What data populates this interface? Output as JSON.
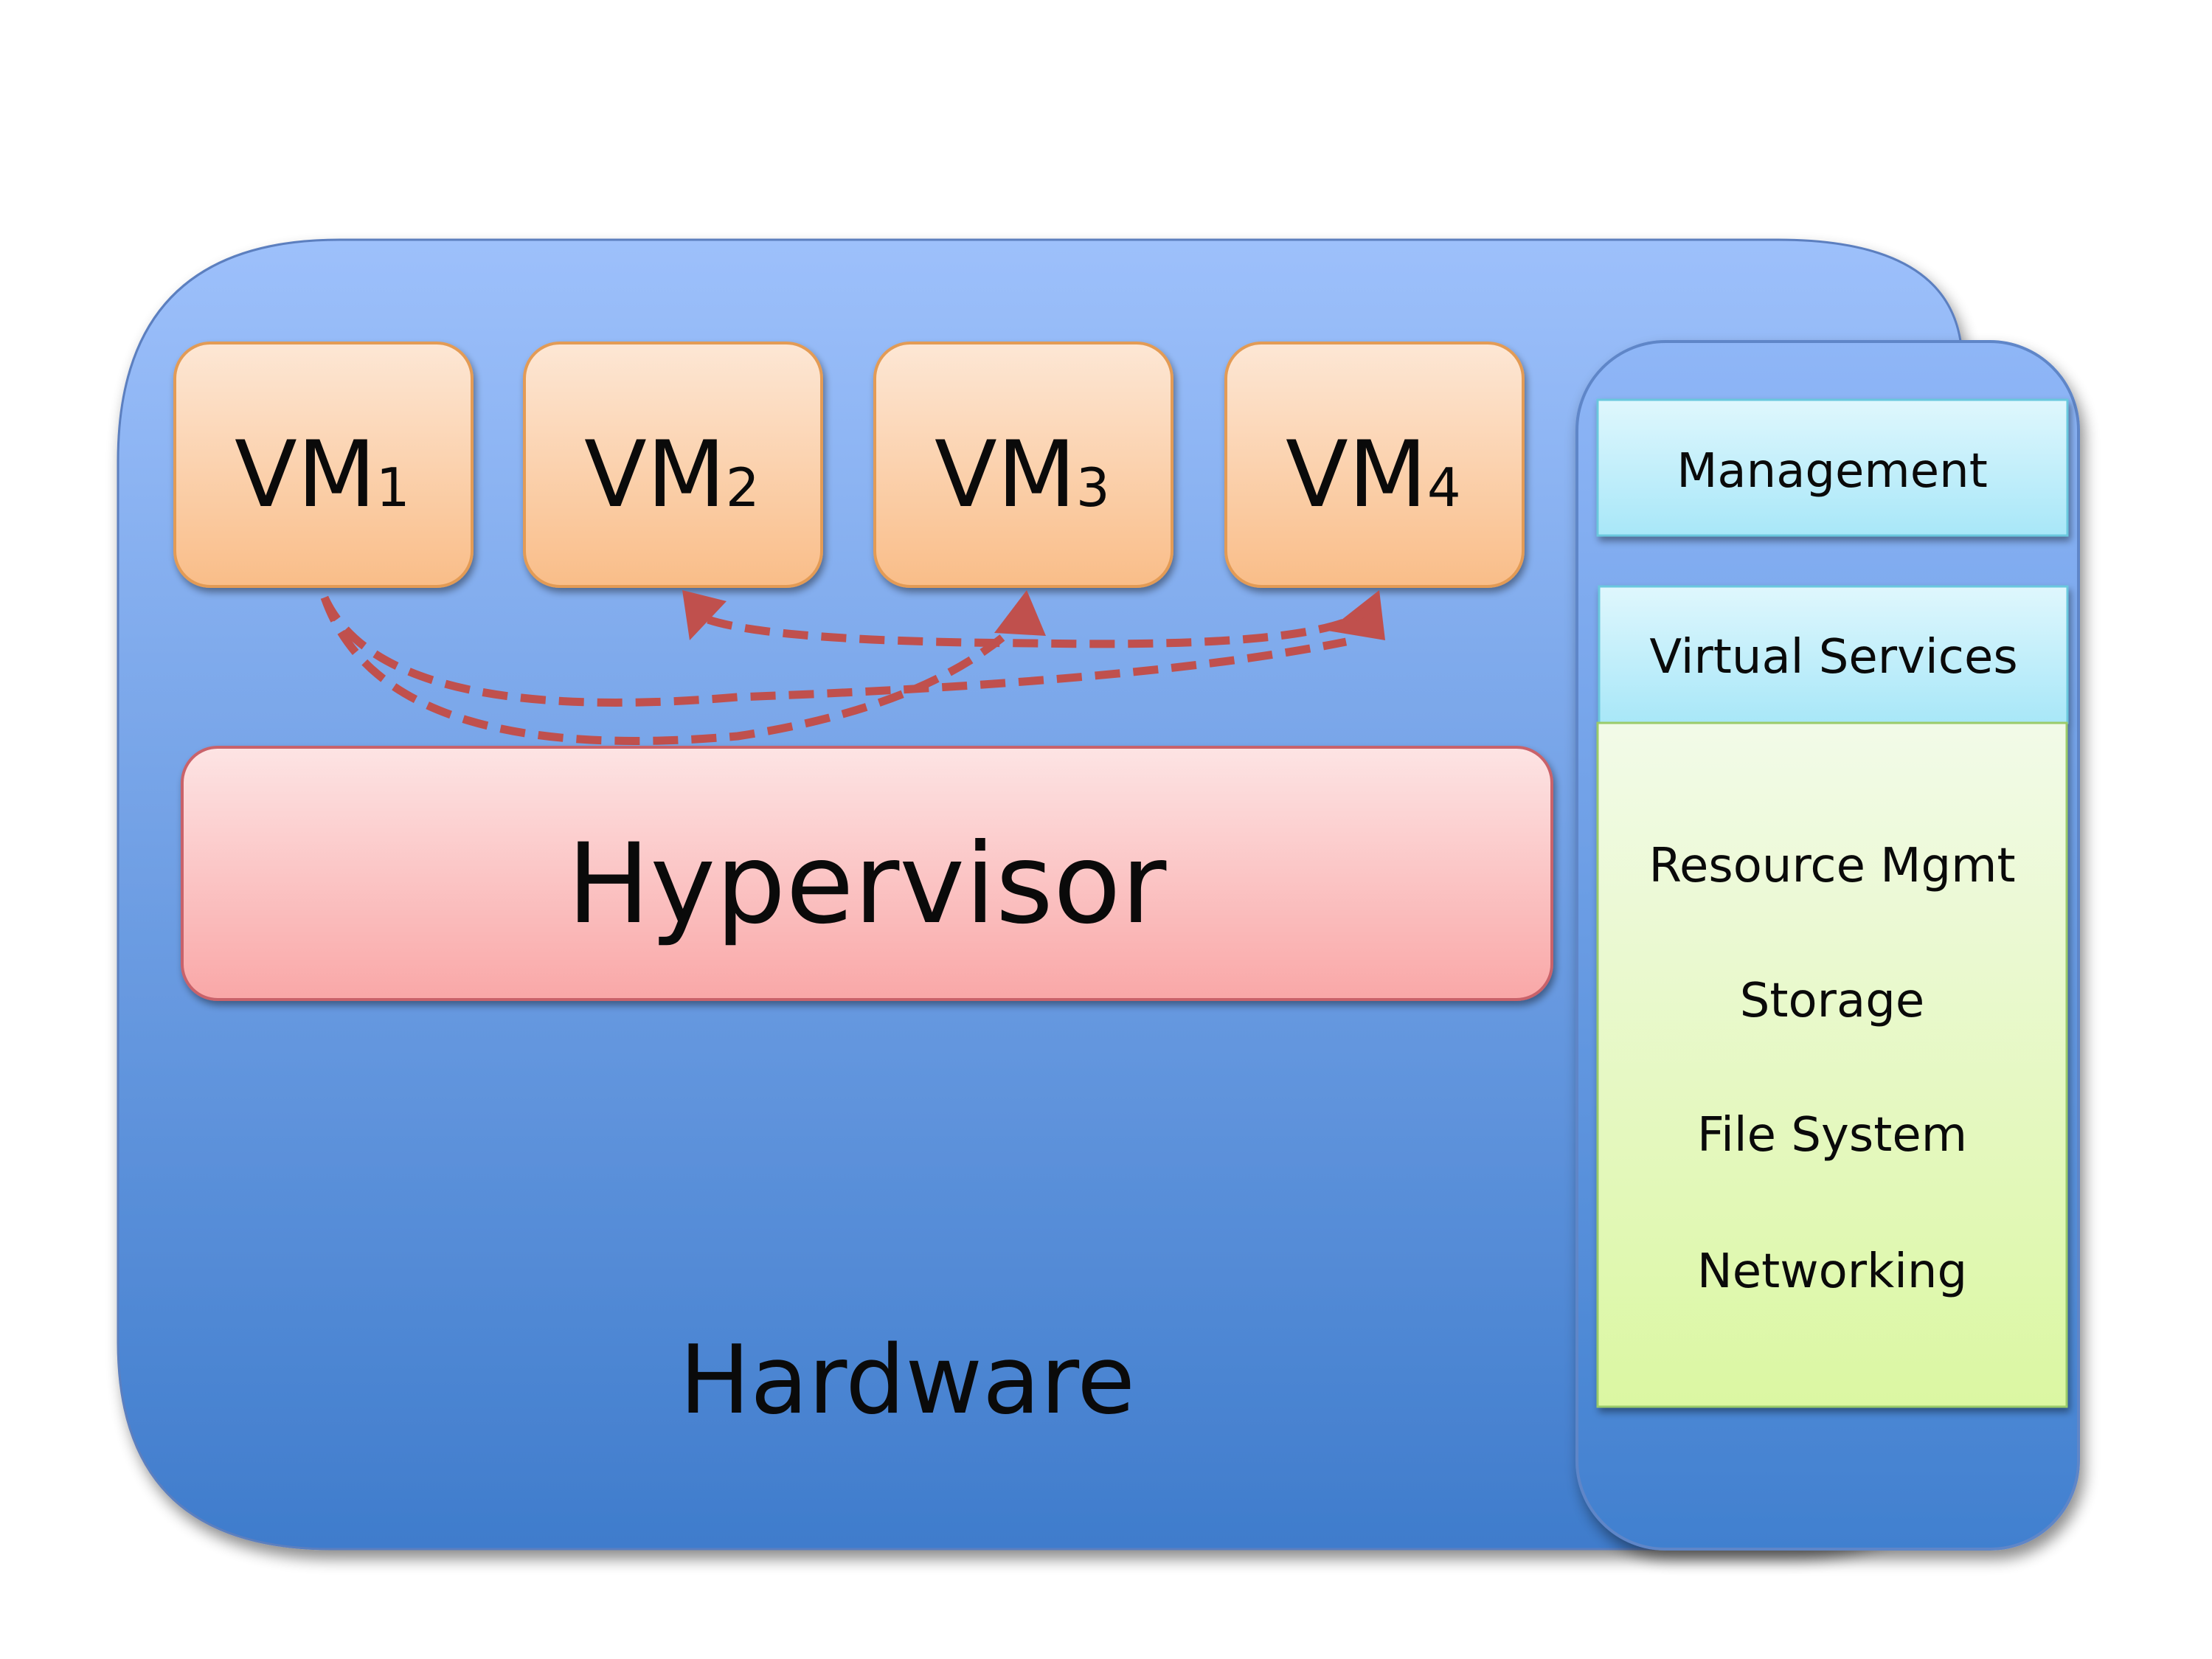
{
  "vms": [
    {
      "prefix": "VM",
      "sub": "1"
    },
    {
      "prefix": "VM",
      "sub": "2"
    },
    {
      "prefix": "VM",
      "sub": "3"
    },
    {
      "prefix": "VM",
      "sub": "4"
    }
  ],
  "hypervisor": {
    "label": "Hypervisor"
  },
  "hardware": {
    "label": "Hardware"
  },
  "side_panel": {
    "management": "Management",
    "virtual_services": "Virtual Services",
    "services": [
      "Resource Mgmt",
      "Storage",
      "File System",
      "Networking"
    ]
  },
  "colors": {
    "hardware_top": "#9dc0fb",
    "hardware_bottom": "#3f7ccc",
    "vm_top": "#fde7d5",
    "vm_bottom": "#f9bd88",
    "hypervisor_top": "#fde4e4",
    "hypervisor_bottom": "#f9a7a7",
    "arrow": "#c0504d",
    "cyan_top": "#dff7fd",
    "cyan_bottom": "#a8e7f8",
    "green_top": "#f2fae8",
    "green_bottom": "#dbf7a2"
  },
  "arrows": [
    {
      "from": "VM1",
      "to": "VM4"
    },
    {
      "from": "VM1",
      "to": "VM3"
    },
    {
      "from": "VM4",
      "to": "VM2"
    }
  ]
}
